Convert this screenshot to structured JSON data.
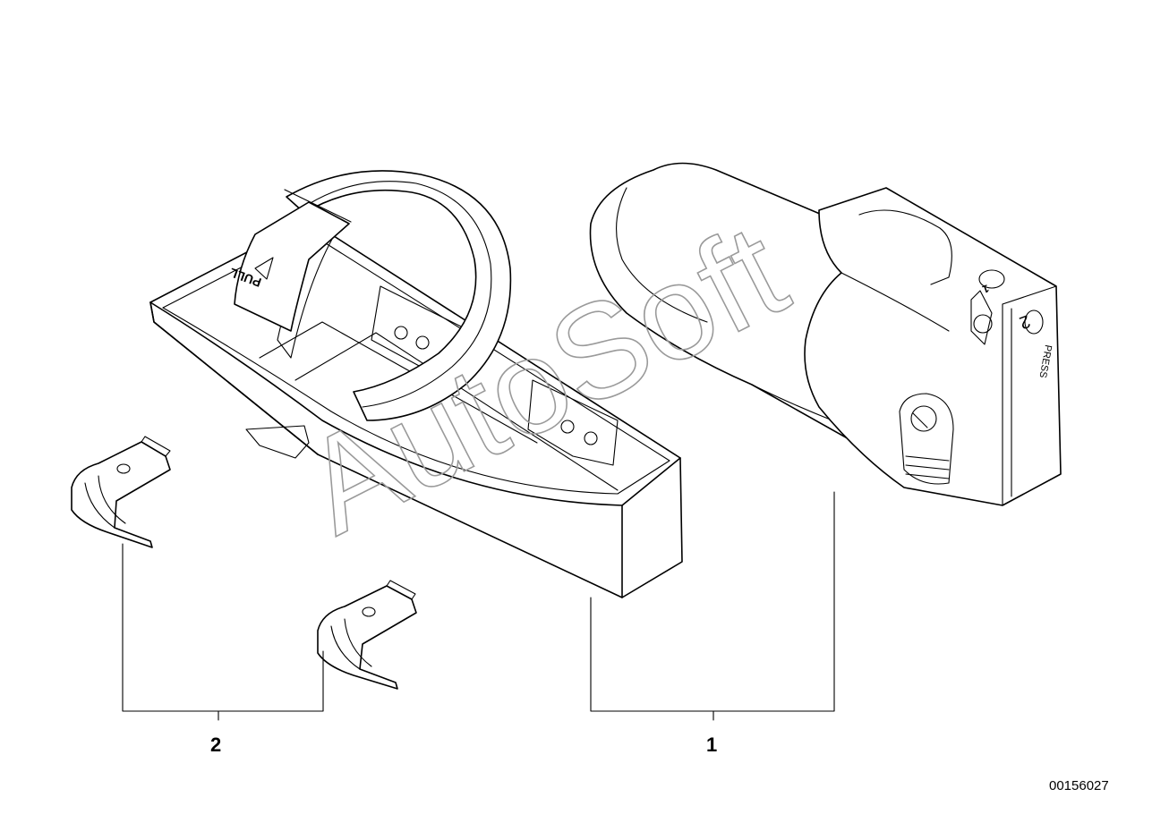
{
  "diagram": {
    "callouts": [
      {
        "id": "clip",
        "label": "2"
      },
      {
        "id": "housing",
        "label": "1"
      }
    ],
    "part_number": "00156027",
    "embossed_labels": {
      "pull": "PULL",
      "press": "PRESS",
      "num_2": "2",
      "num_1": "1"
    },
    "watermark": "AutoSoft"
  }
}
